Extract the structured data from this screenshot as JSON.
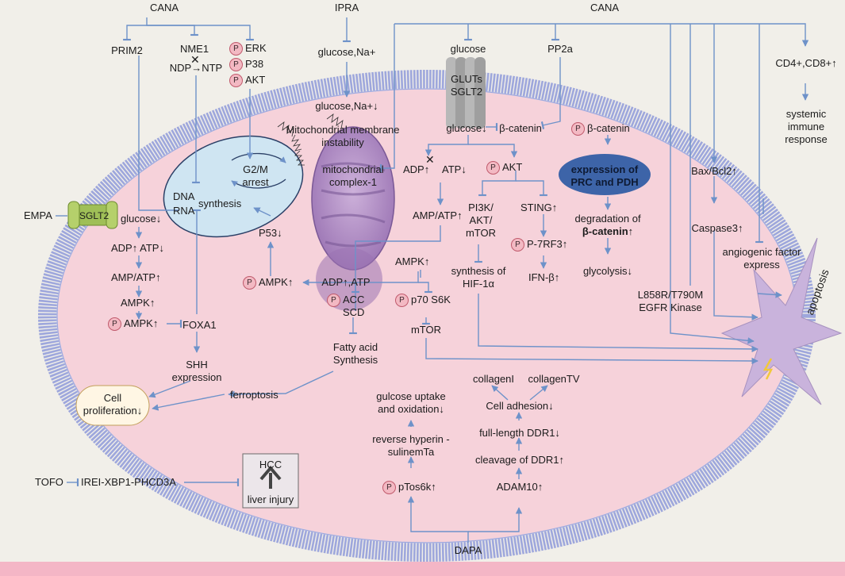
{
  "drugs": {
    "cana_left": "CANA",
    "cana_right": "CANA",
    "ipra": "IPRA",
    "empa": "EMPA",
    "tofo": "TOFO",
    "dapa": "DAPA"
  },
  "p_symbol": "P",
  "labels": {
    "prim2": "PRIM2",
    "nme1": "NME1",
    "ndp_ntp": "NDP→NTP",
    "erk": "ERK",
    "p38": "P38",
    "akt_top": "AKT",
    "glucose_na_out": "glucose,Na+",
    "glucose_na_in": "glucose,Na+↓",
    "mito_instab": "Mitochondrial membrane instability",
    "glucose_top": "glucose",
    "pp2a": "PP2a",
    "cd4cd8": "CD4+,CD8+↑",
    "systemic": "systemic immune response",
    "gluts": "GLUTs SGLT2",
    "glucose_in": "glucose↓",
    "bcatenin": "β-catenin",
    "pbcatenin": "β-catenin",
    "g2m": "G2/M arrest",
    "dna": "DNA",
    "rna": "RNA",
    "synthesis": "synthesis",
    "mito": "mitochondrial complex-1",
    "mito_adp": "ADP↑,ATP",
    "adp_atp_mid": "ADP ATP",
    "adp_up": "ADP↑",
    "atp_down": "ATP↓",
    "akt_mid": "AKT",
    "expr_prc": "expression of PRC and PDH",
    "bax": "Bax/Bcl2↑",
    "sglt2_left": "SGLT2",
    "glucose_left": "glucose↓",
    "adp_atp_left": "ADP↑ ATP↓",
    "amp_atp_left": "AMP/ATP↑",
    "ampk_left": "AMPK↑",
    "pampk_left": "AMPK↑",
    "foxa1": "FOXA1",
    "shh": "SHH expression",
    "p53": "P53↓",
    "pampk_mid": "AMPK↑",
    "amp_atp_mid": "AMP/ATP↑",
    "ampk_mid": "AMPK↑",
    "pi3k": "PI3K/ AKT/ mTOR",
    "sting": "STING↑",
    "p7rf3": "P-7RF3↑",
    "ifnb": "IFN-β↑",
    "hif": "synthesis of HIF-1α",
    "degradation": "degradation of",
    "degradation_b": "β-catenin",
    "degradation_arrow": "↑",
    "glycolysis": "glycolysis↓",
    "caspase": "Caspase3↑",
    "angio": "angiogenic factor express",
    "egfr": "L858R/T790M EGFR Kinase",
    "acc_scd": "ACC SCD",
    "p70": "p70 S6K",
    "mtor": "mTOR",
    "fatty": "Fatty acid Synthesis",
    "ferroptosis": "ferroptosis",
    "cell_prolif": "Cell proliferation↓",
    "apoptosis": "apoptosis",
    "collagenI": "collagenI",
    "collagenTV": "collagenTV",
    "glucose_uptake": "gulcose uptake and oxidation↓",
    "cell_adhesion": "Cell adhesion↓",
    "fulllength": "full-length DDR1↓",
    "reverse": "reverse hyperin -sulinemTa",
    "cleavage": "cleavage of DDR1↑",
    "ptos6k": "pTos6k↑",
    "adam10": "ADAM10↑",
    "hcc": "HCC",
    "liver": "liver injury",
    "irei": "IREI-XBP1-PHCD3A"
  },
  "colors": {
    "cell": "#f6d2da",
    "membrane": "#9ea7dc",
    "arrow": "#6e92c9",
    "nucleus": "#cfe5f2",
    "mito": "#b794c6",
    "prc": "#3d64a8",
    "apoptosis": "#c9b3dc",
    "p_circle": "#f3b9c3"
  }
}
